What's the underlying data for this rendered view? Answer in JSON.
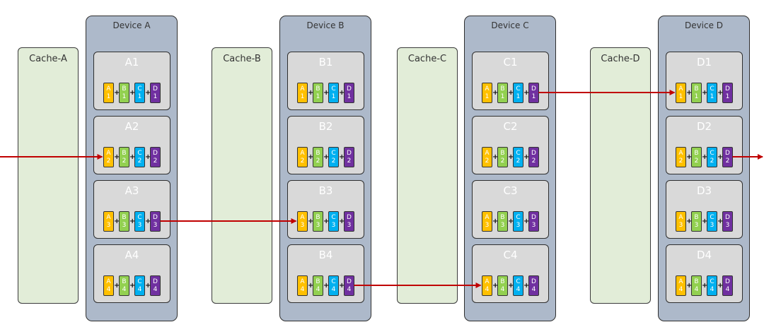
{
  "colors": {
    "chip_A": "#ffc000",
    "chip_B": "#92d050",
    "chip_C": "#00b0f0",
    "chip_D": "#7030a0",
    "arrow": "#c00000"
  },
  "caches": [
    {
      "label": "Cache-A"
    },
    {
      "label": "Cache-B"
    },
    {
      "label": "Cache-C"
    },
    {
      "label": "Cache-D"
    }
  ],
  "devices": [
    {
      "label": "Device A",
      "stages": [
        {
          "label": "A1",
          "chips": [
            {
              "l": "A",
              "n": "1"
            },
            {
              "l": "B",
              "n": "1"
            },
            {
              "l": "C",
              "n": "1"
            },
            {
              "l": "D",
              "n": "1"
            }
          ]
        },
        {
          "label": "A2",
          "chips": [
            {
              "l": "A",
              "n": "2"
            },
            {
              "l": "B",
              "n": "2"
            },
            {
              "l": "C",
              "n": "2"
            },
            {
              "l": "D",
              "n": "2"
            }
          ]
        },
        {
          "label": "A3",
          "chips": [
            {
              "l": "A",
              "n": "3"
            },
            {
              "l": "B",
              "n": "3"
            },
            {
              "l": "C",
              "n": "3"
            },
            {
              "l": "D",
              "n": "3"
            }
          ]
        },
        {
          "label": "A4",
          "chips": [
            {
              "l": "A",
              "n": "4"
            },
            {
              "l": "B",
              "n": "4"
            },
            {
              "l": "C",
              "n": "4"
            },
            {
              "l": "D",
              "n": "4"
            }
          ]
        }
      ]
    },
    {
      "label": "Device B",
      "stages": [
        {
          "label": "B1",
          "chips": [
            {
              "l": "A",
              "n": "1"
            },
            {
              "l": "B",
              "n": "1"
            },
            {
              "l": "C",
              "n": "1"
            },
            {
              "l": "D",
              "n": "1"
            }
          ]
        },
        {
          "label": "B2",
          "chips": [
            {
              "l": "A",
              "n": "2"
            },
            {
              "l": "B",
              "n": "2"
            },
            {
              "l": "C",
              "n": "2"
            },
            {
              "l": "D",
              "n": "2"
            }
          ]
        },
        {
          "label": "B3",
          "chips": [
            {
              "l": "A",
              "n": "3"
            },
            {
              "l": "B",
              "n": "3"
            },
            {
              "l": "C",
              "n": "3"
            },
            {
              "l": "D",
              "n": "3"
            }
          ]
        },
        {
          "label": "B4",
          "chips": [
            {
              "l": "A",
              "n": "4"
            },
            {
              "l": "B",
              "n": "4"
            },
            {
              "l": "C",
              "n": "4"
            },
            {
              "l": "D",
              "n": "4"
            }
          ]
        }
      ]
    },
    {
      "label": "Device C",
      "stages": [
        {
          "label": "C1",
          "chips": [
            {
              "l": "A",
              "n": "1"
            },
            {
              "l": "B",
              "n": "1"
            },
            {
              "l": "C",
              "n": "1"
            },
            {
              "l": "D",
              "n": "1"
            }
          ]
        },
        {
          "label": "C2",
          "chips": [
            {
              "l": "A",
              "n": "2"
            },
            {
              "l": "B",
              "n": "2"
            },
            {
              "l": "C",
              "n": "2"
            },
            {
              "l": "D",
              "n": "2"
            }
          ]
        },
        {
          "label": "C3",
          "chips": [
            {
              "l": "A",
              "n": "3"
            },
            {
              "l": "B",
              "n": "3"
            },
            {
              "l": "C",
              "n": "3"
            },
            {
              "l": "D",
              "n": "3"
            }
          ]
        },
        {
          "label": "C4",
          "chips": [
            {
              "l": "A",
              "n": "4"
            },
            {
              "l": "B",
              "n": "4"
            },
            {
              "l": "C",
              "n": "4"
            },
            {
              "l": "D",
              "n": "4"
            }
          ]
        }
      ]
    },
    {
      "label": "Device D",
      "stages": [
        {
          "label": "D1",
          "chips": [
            {
              "l": "A",
              "n": "1"
            },
            {
              "l": "B",
              "n": "1"
            },
            {
              "l": "C",
              "n": "1"
            },
            {
              "l": "D",
              "n": "1"
            }
          ]
        },
        {
          "label": "D2",
          "chips": [
            {
              "l": "A",
              "n": "2"
            },
            {
              "l": "B",
              "n": "2"
            },
            {
              "l": "C",
              "n": "2"
            },
            {
              "l": "D",
              "n": "2"
            }
          ]
        },
        {
          "label": "D3",
          "chips": [
            {
              "l": "A",
              "n": "3"
            },
            {
              "l": "B",
              "n": "3"
            },
            {
              "l": "C",
              "n": "3"
            },
            {
              "l": "D",
              "n": "3"
            }
          ]
        },
        {
          "label": "D4",
          "chips": [
            {
              "l": "A",
              "n": "4"
            },
            {
              "l": "B",
              "n": "4"
            },
            {
              "l": "C",
              "n": "4"
            },
            {
              "l": "D",
              "n": "4"
            }
          ]
        }
      ]
    }
  ],
  "flow": [
    {
      "from": "input",
      "to": "A2"
    },
    {
      "from": "A3",
      "to": "B3"
    },
    {
      "from": "B4",
      "to": "C4"
    },
    {
      "from": "C1",
      "to": "D1"
    },
    {
      "from": "D2",
      "to": "output"
    }
  ]
}
